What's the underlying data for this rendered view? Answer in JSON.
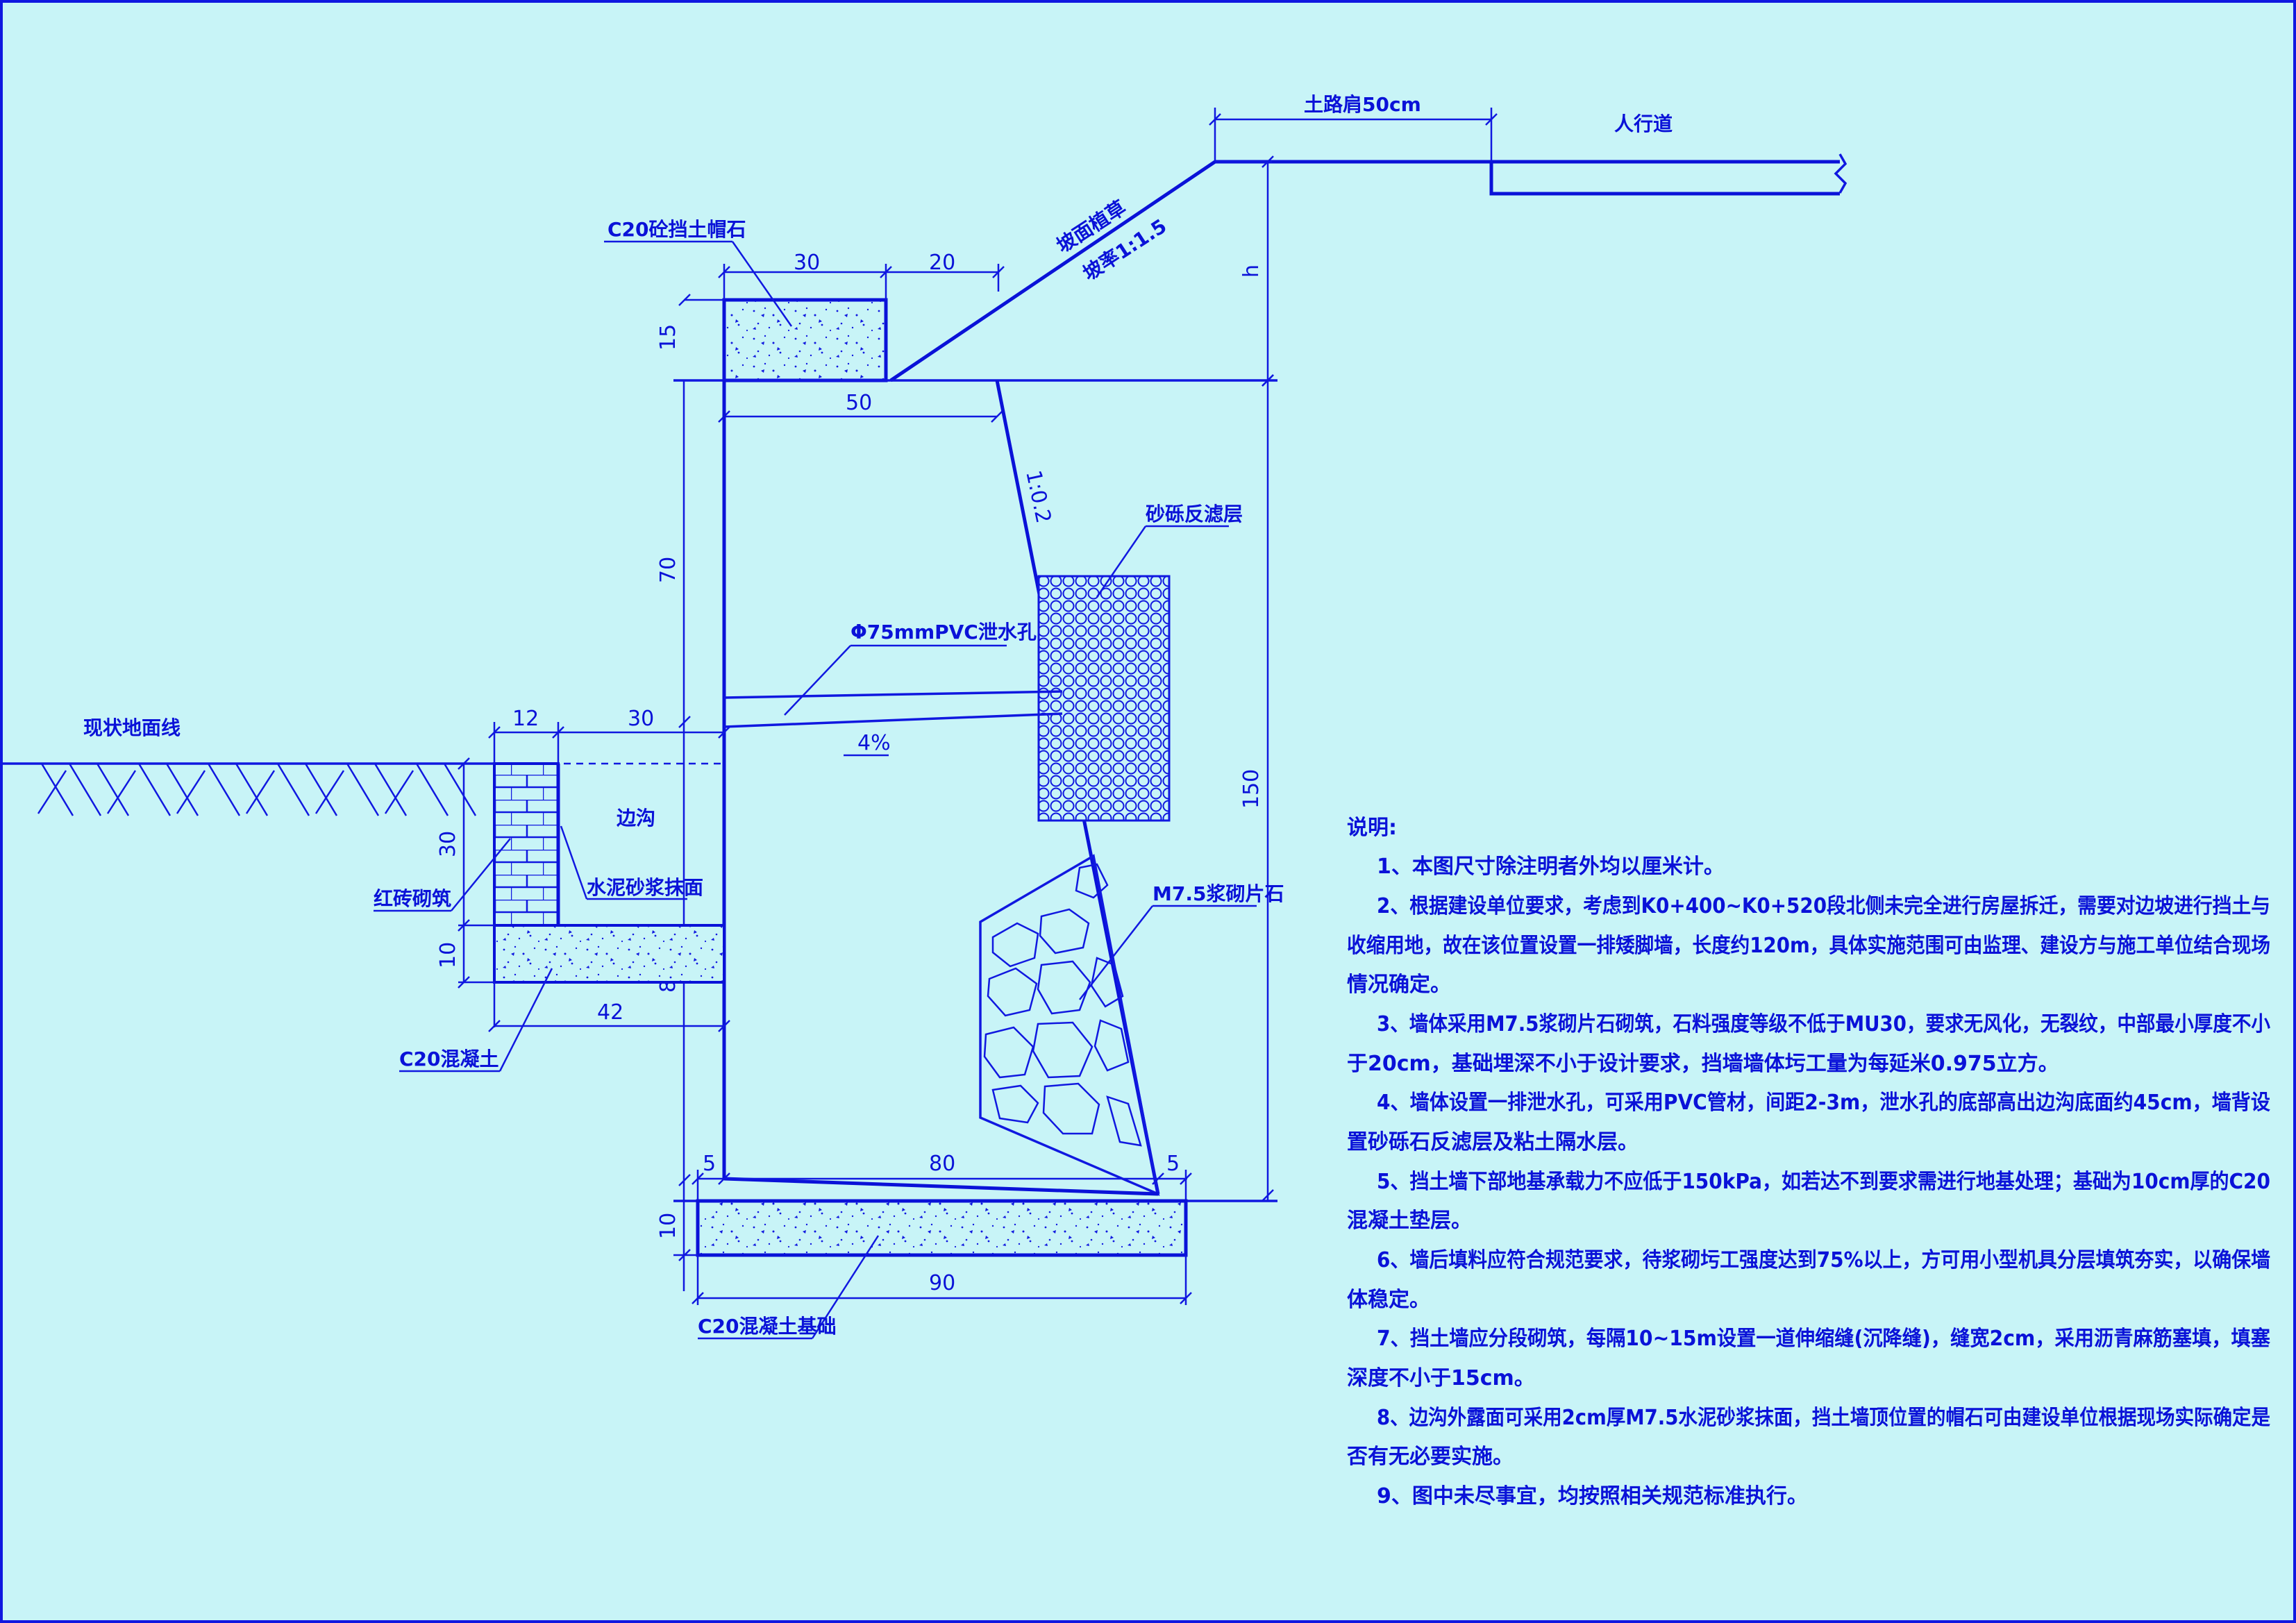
{
  "dimensions": {
    "cap_width": "30",
    "cap_slope_offset": "20",
    "cap_height": "15",
    "top_width": "50",
    "wall_height": "70",
    "total_height": "150",
    "slope_ratio": "1:0.2",
    "drain_wall": "12",
    "drain_width": "30",
    "drain_depth": "30",
    "drain_base_thk": "10",
    "drain_base_width": "42",
    "embed_depth": "80",
    "base_left": "5",
    "base_mid": "80",
    "base_right": "5",
    "base_thk": "10",
    "base_width": "90",
    "h": "h"
  },
  "labels": {
    "road_shoulder": "土路肩50cm",
    "sidewalk": "人行道",
    "slope_grass": "坡面植草",
    "slope_ratio": "坡率1:1.5",
    "coping": "C20砼挡土帽石",
    "filter": "砂砾反滤层",
    "pvc_hole": "Φ75mmPVC泄水孔",
    "hole_slope": "4%",
    "ground_line": "现状地面线",
    "ditch": "边沟",
    "brick": "红砖砌筑",
    "mortar": "水泥砂浆抹面",
    "ditch_concrete": "C20混凝土",
    "masonry": "M7.5浆砌片石",
    "foundation": "C20混凝土基础"
  },
  "notes": {
    "title": "说明:",
    "lines": [
      "1、本图尺寸除注明者外均以厘米计。",
      "2、根据建设单位要求，考虑到K0+400~K0+520段北侧未完全进行房屋拆迁，需要对边坡进行挡土与",
      "收缩用地，故在该位置设置一排矮脚墙，长度约120m，具体实施范围可由监理、建设方与施工单位结合现场",
      "情况确定。",
      "3、墙体采用M7.5浆砌片石砌筑，石料强度等级不低于MU30，要求无风化，无裂纹，中部最小厚度不小",
      "于20cm，基础埋深不小于设计要求，挡墙墙体圬工量为每延米0.975立方。",
      "4、墙体设置一排泄水孔，可采用PVC管材，间距2-3m，泄水孔的底部高出边沟底面约45cm，墙背设",
      "置砂砾石反滤层及粘土隔水层。",
      "5、挡土墙下部地基承载力不应低于150kPa，如若达不到要求需进行地基处理；基础为10cm厚的C20",
      "混凝土垫层。",
      "6、墙后填料应符合规范要求，待浆砌圬工强度达到75%以上，方可用小型机具分层填筑夯实，以确保墙",
      "体稳定。",
      "7、挡土墙应分段砌筑，每隔10~15m设置一道伸缩缝(沉降缝)，缝宽2cm，采用沥青麻筋塞填，填塞",
      "深度不小于15cm。",
      "8、边沟外露面可采用2cm厚M7.5水泥砂浆抹面，挡土墙顶位置的帽石可由建设单位根据现场实际确定是",
      "否有无必要实施。",
      "9、图中未尽事宜，均按照相关规范标准执行。"
    ]
  },
  "colors": {
    "background": "#c8f4f7",
    "line": "#1018e0",
    "text": "#0a12d8"
  }
}
